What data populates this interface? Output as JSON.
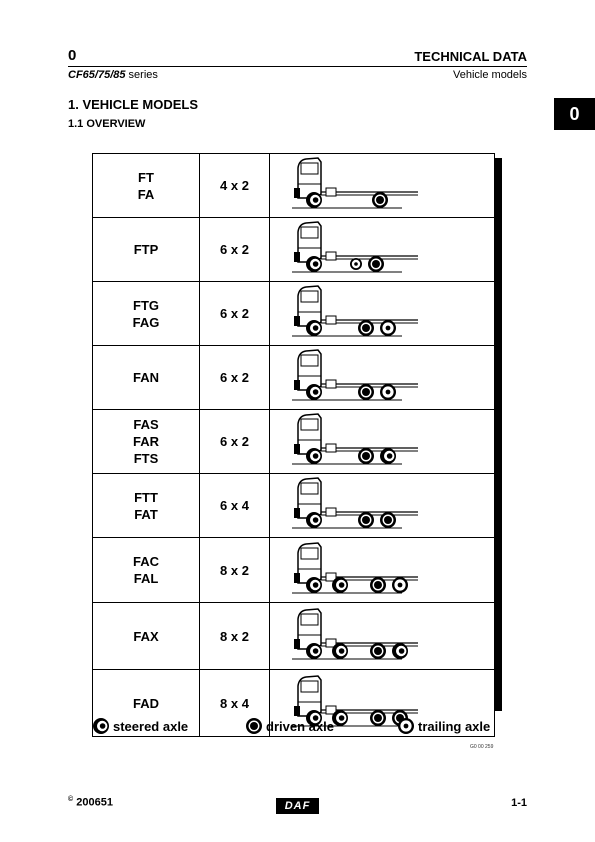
{
  "header": {
    "chapter": "0",
    "title": "TECHNICAL DATA",
    "series_bold": "CF65/75/85",
    "series_rest": " series",
    "subtitle": "Vehicle models"
  },
  "tab_marker": "0",
  "section": {
    "heading": "1.  VEHICLE MODELS",
    "subheading": "1.1    OVERVIEW"
  },
  "models": [
    {
      "names": [
        "FT",
        "FA"
      ],
      "drive": "4 x 2",
      "axles": [
        "steered",
        "driven"
      ]
    },
    {
      "names": [
        "FTP"
      ],
      "drive": "6 x 2",
      "axles": [
        "steered",
        "trailing",
        "driven"
      ]
    },
    {
      "names": [
        "FTG",
        "FAG"
      ],
      "drive": "6 x 2",
      "axles": [
        "steered",
        "driven",
        "trailing"
      ]
    },
    {
      "names": [
        "FAN"
      ],
      "drive": "6 x 2",
      "axles": [
        "steered",
        "driven",
        "trailing"
      ]
    },
    {
      "names": [
        "FAS",
        "FAR",
        "FTS"
      ],
      "drive": "6 x 2",
      "axles": [
        "steered",
        "driven",
        "steered"
      ]
    },
    {
      "names": [
        "FTT",
        "FAT"
      ],
      "drive": "6 x 4",
      "axles": [
        "steered",
        "driven",
        "driven"
      ]
    },
    {
      "names": [
        "FAC",
        "FAL"
      ],
      "drive": "8 x 2",
      "axles": [
        "steered",
        "steered",
        "driven",
        "trailing"
      ]
    },
    {
      "names": [
        "FAX"
      ],
      "drive": "8 x 2",
      "axles": [
        "steered",
        "steered",
        "driven",
        "steered"
      ]
    },
    {
      "names": [
        "FAD"
      ],
      "drive": "8 x 4",
      "axles": [
        "steered",
        "steered",
        "driven",
        "driven"
      ]
    }
  ],
  "legend": {
    "steered": "steered axle",
    "driven": "driven axle",
    "trailing": "trailing axle"
  },
  "figure_code": "G0 00 259",
  "footer": {
    "copyright": "©",
    "code": "200651",
    "logo": "DAF",
    "page": "1-1"
  }
}
